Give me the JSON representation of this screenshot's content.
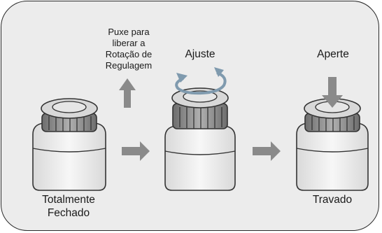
{
  "steps": [
    {
      "state_label": [
        "Totalmente",
        "Fechado"
      ]
    },
    {
      "action_label": [
        "Puxe para",
        "liberar a",
        "Rotação de",
        "Regulagem"
      ]
    },
    {
      "action_label": "Ajuste"
    },
    {
      "action_label": "Aperte",
      "state_label": "Travado"
    }
  ],
  "colors": {
    "panel_background": "#ececec",
    "panel_border": "#2a2a2a",
    "bottle_body": "#ececec",
    "cap": "#9a9a9a",
    "cap_top": "#d8d8d8",
    "arrow_gray": "#8a8a8a",
    "rotate_arrow_blue": "#7f9aae"
  },
  "icons": [
    "up-arrow-icon",
    "right-arrow-icon",
    "rotate-arrow-icon",
    "down-arrow-icon"
  ]
}
